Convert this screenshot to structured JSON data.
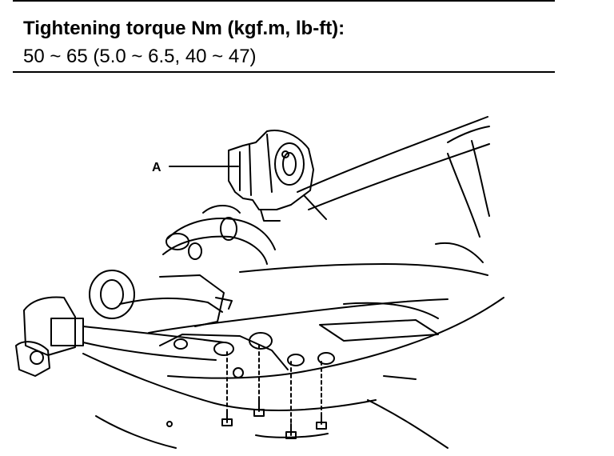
{
  "spec": {
    "title": "Tightening torque Nm (kgf.m, lb-ft):",
    "value": "50 ~ 65 (5.0 ~ 6.5, 40 ~ 47)"
  },
  "diagram": {
    "callout_a": "A"
  }
}
